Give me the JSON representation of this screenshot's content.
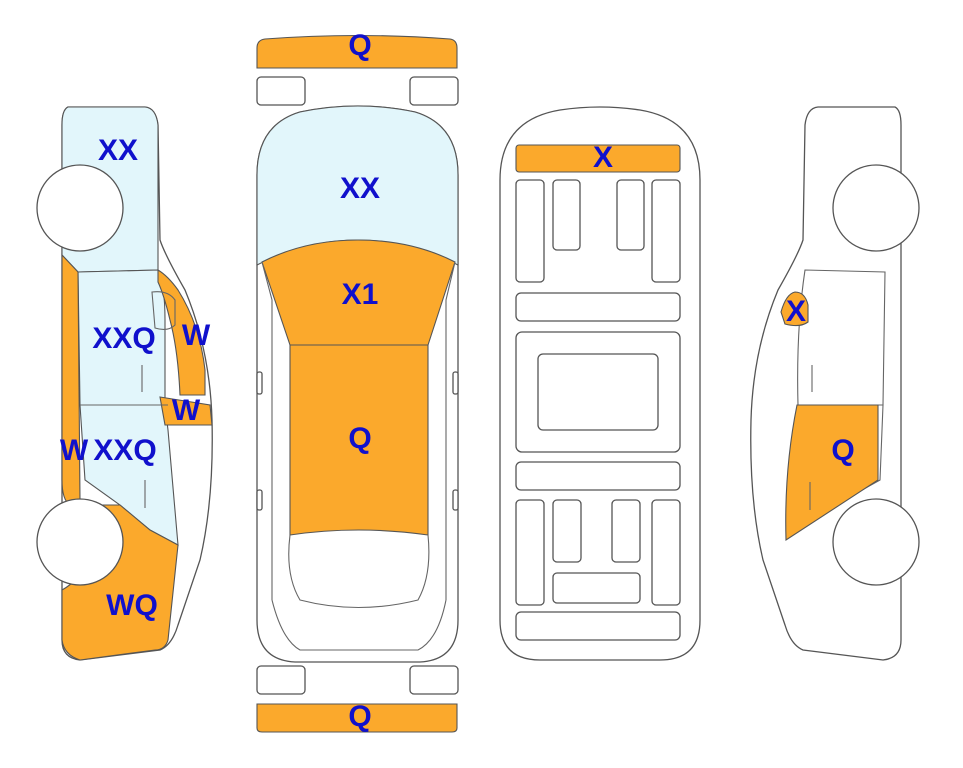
{
  "colors": {
    "damage": "#FBA92C",
    "glass": "#E2F6FB",
    "label": "#1010CC",
    "outline": "#555555"
  },
  "labels": {
    "left_side": {
      "hood_area": "XX",
      "front_door": "XXQ",
      "a_pillar": "W",
      "b_pillar": "W",
      "rocker": "W",
      "rear_door": "XXQ",
      "rear_quarter": "WQ"
    },
    "top_view": {
      "front_bumper": "Q",
      "hood": "XX",
      "windshield": "X1",
      "roof": "Q",
      "rear_bumper": "Q"
    },
    "underbody": {
      "front_panel": "X"
    },
    "right_side": {
      "mirror": "X",
      "rear_door": "Q"
    }
  }
}
